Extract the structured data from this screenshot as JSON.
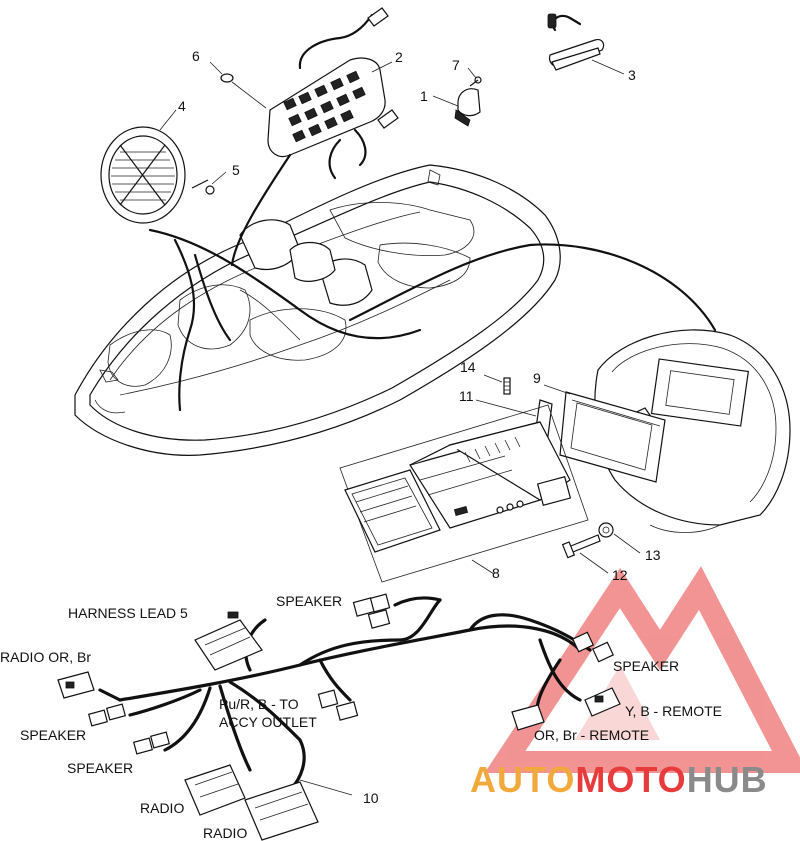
{
  "callouts": [
    "1",
    "2",
    "3",
    "4",
    "5",
    "6",
    "7",
    "8",
    "9",
    "10",
    "11",
    "12",
    "13",
    "14"
  ],
  "labels": {
    "harness_lead": "HARNESS LEAD 5",
    "speaker_top": "SPEAKER",
    "radio_or_br": "RADIO OR, Br",
    "speaker_left1": "SPEAKER",
    "speaker_left2": "SPEAKER",
    "radio1": "RADIO",
    "radio2": "RADIO",
    "accy_line1": "Pu/R, B - TO",
    "accy_line2": "ACCY OUTLET",
    "speaker_right": "SPEAKER",
    "remote_yb": "Y, B - REMOTE",
    "remote_orbr": "OR, Br - REMOTE"
  },
  "watermark": {
    "part1": "AUTO",
    "part2": "MOTO",
    "part3": "HUB",
    "color_orange": "#f2a93b",
    "color_red": "#e83c3c",
    "color_grey": "#8a8a8a"
  }
}
